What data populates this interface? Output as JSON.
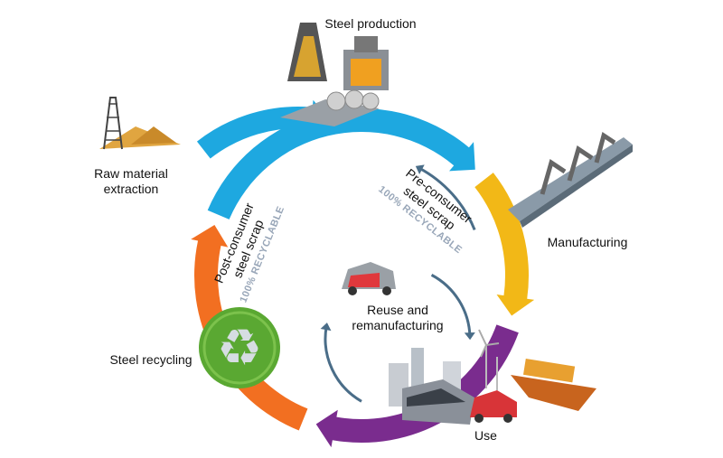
{
  "labels": {
    "steel_production": "Steel production",
    "raw_material": "Raw material extraction",
    "manufacturing": "Manufacturing",
    "use": "Use",
    "steel_recycling": "Steel recycling",
    "reuse": "Reuse and remanufacturing",
    "pre_consumer_1": "Pre-consumer",
    "pre_consumer_2": "steel scrap",
    "pre_consumer_recyclable": "100% RECYCLABLE",
    "post_consumer_1": "Post-consumer",
    "post_consumer_2": "steel scrap",
    "post_consumer_recyclable": "100% RECYCLABLE"
  },
  "colors": {
    "blue": "#1ea8e0",
    "yellow": "#f2b817",
    "purple": "#7a2c8e",
    "orange": "#f26f21",
    "green": "#5aa832",
    "inner_arrow": "#4a6d88",
    "recyclable_text": "#98a6b8"
  },
  "icons": [
    "steel-furnace-icon",
    "oil-rig-icon",
    "robot-assembly-line-icon",
    "cargo-ship-icon",
    "train-icon",
    "car-icon",
    "wind-turbine-icon",
    "recycle-icon"
  ]
}
